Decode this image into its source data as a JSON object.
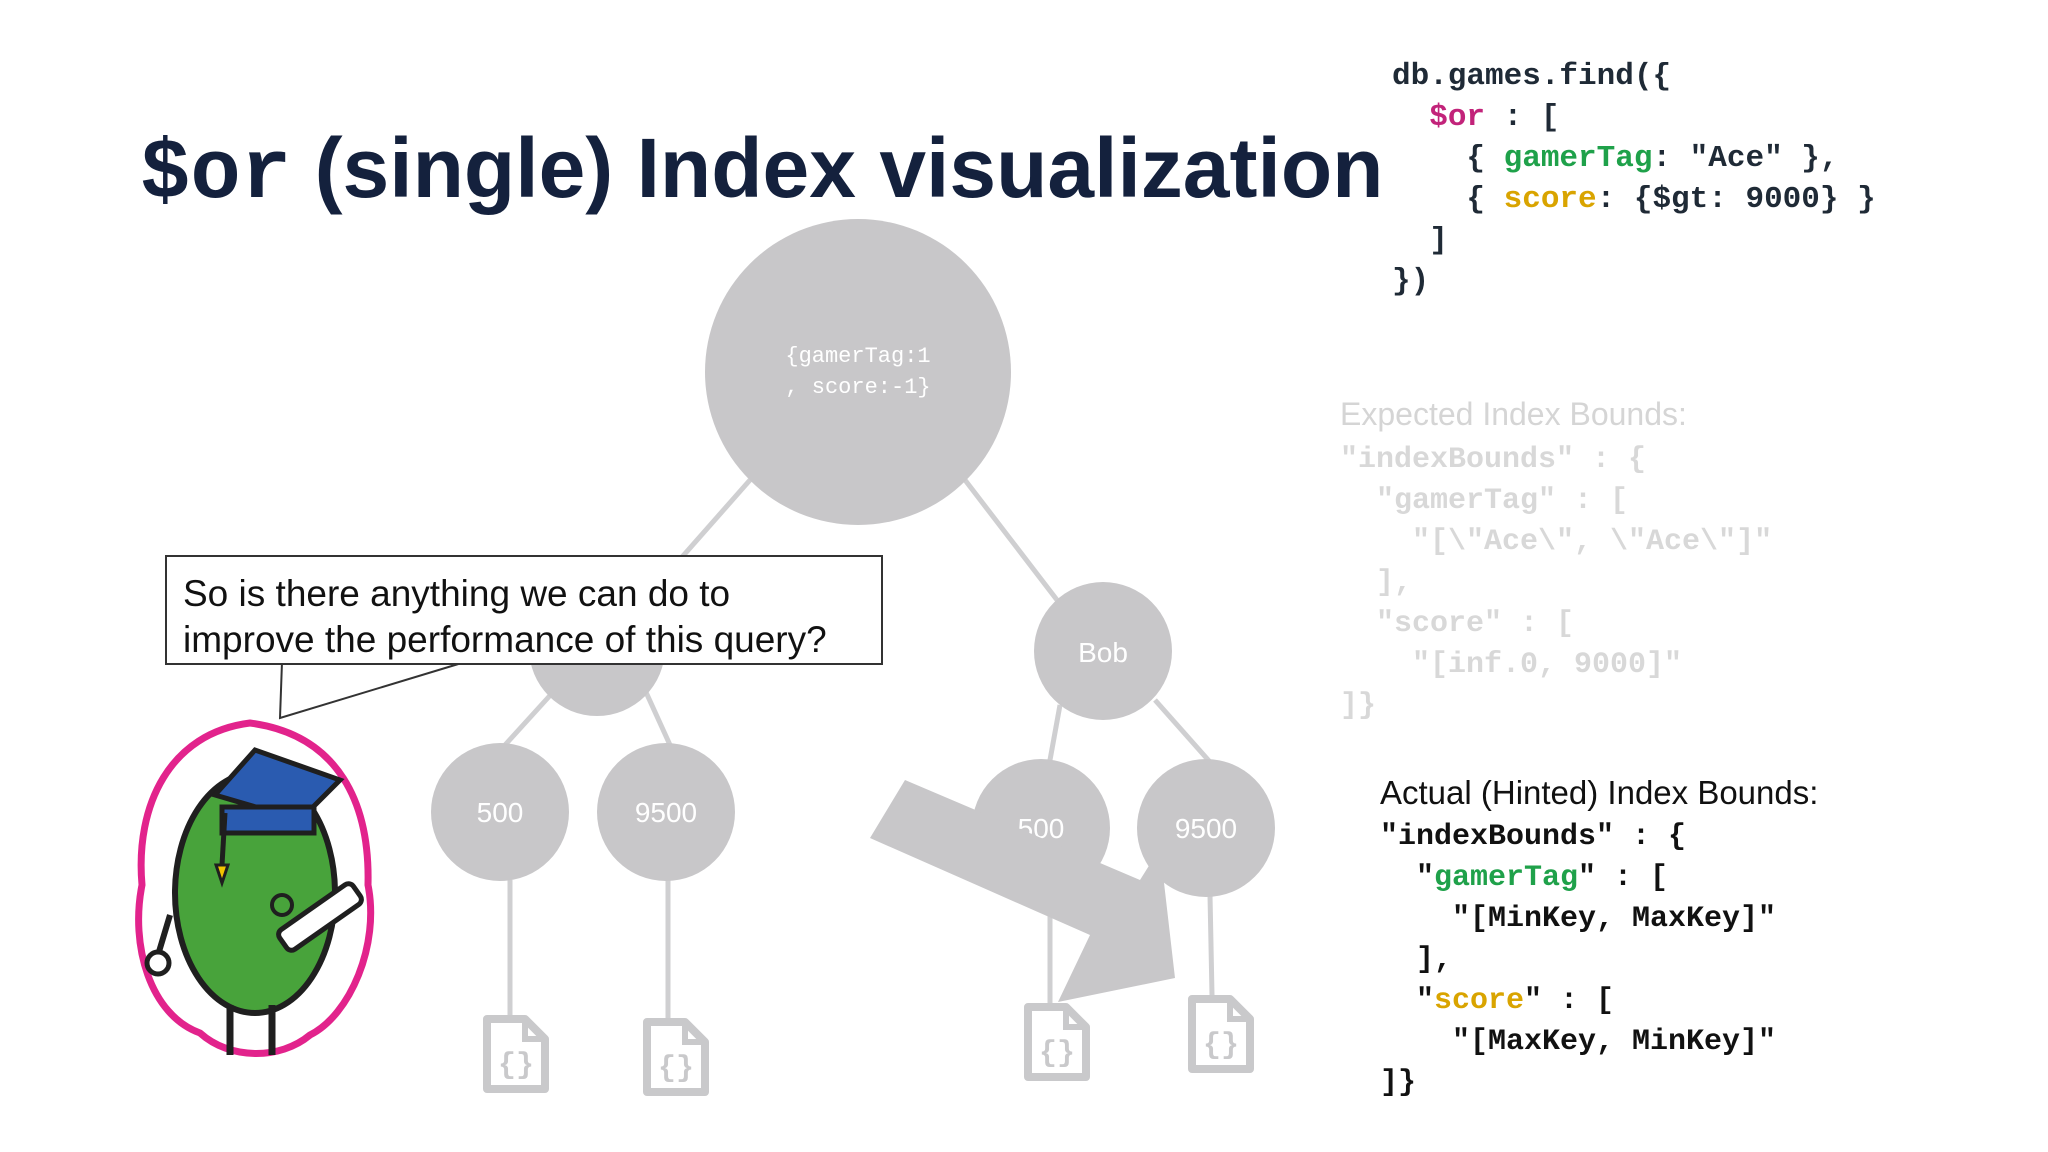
{
  "title": {
    "symbol": "$or",
    "text": "(single) Index visualization"
  },
  "query": {
    "lines": [
      [
        {
          "t": "db.games.find({"
        }
      ],
      [
        {
          "t": "  "
        },
        {
          "t": "$or",
          "c": "kw"
        },
        {
          "t": " : ["
        }
      ],
      [
        {
          "t": "    { "
        },
        {
          "t": "gamerTag",
          "c": "g"
        },
        {
          "t": ": \"Ace\" },"
        }
      ],
      [
        {
          "t": "    { "
        },
        {
          "t": "score",
          "c": "y"
        },
        {
          "t": ": {$gt: 9000} }"
        }
      ],
      [
        {
          "t": "  ]"
        }
      ],
      [
        {
          "t": "})"
        }
      ]
    ]
  },
  "expected": {
    "title": "Expected Index Bounds:",
    "lines": [
      "\"indexBounds\" : {",
      "  \"gamerTag\" : [",
      "    \"[\\\"Ace\\\", \\\"Ace\\\"]\"",
      "  ],",
      "  \"score\" : [",
      "    \"[inf.0, 9000]\"",
      "]}"
    ]
  },
  "actual": {
    "title": "Actual (Hinted) Index Bounds:",
    "lines": [
      [
        {
          "t": "\"indexBounds\" : {"
        }
      ],
      [
        {
          "t": "  \""
        },
        {
          "t": "gamerTag",
          "c": "g"
        },
        {
          "t": "\" : ["
        }
      ],
      [
        {
          "t": "    \"[MinKey, MaxKey]\""
        }
      ],
      [
        {
          "t": "  ],"
        }
      ],
      [
        {
          "t": "  \""
        },
        {
          "t": "score",
          "c": "y"
        },
        {
          "t": "\" : ["
        }
      ],
      [
        {
          "t": "    \"[MaxKey, MinKey]\""
        }
      ],
      [
        {
          "t": "]}"
        }
      ]
    ]
  },
  "bubble": {
    "text": "So is there anything we can do to improve the performance of this query?"
  },
  "tree": {
    "root_label_line1": "{gamerTag:1",
    "root_label_line2": ", score:-1}",
    "right_label": "Bob",
    "leaves": [
      "500",
      "9500",
      "500",
      "9500"
    ]
  },
  "colors": {
    "node": "#c8c7c9",
    "line": "#cfcfd1",
    "title": "#14213d"
  },
  "icons": {
    "document": "document-braces-icon",
    "arrow": "arrow-down-right-icon",
    "mascot": "leaf-graduate-mascot"
  }
}
